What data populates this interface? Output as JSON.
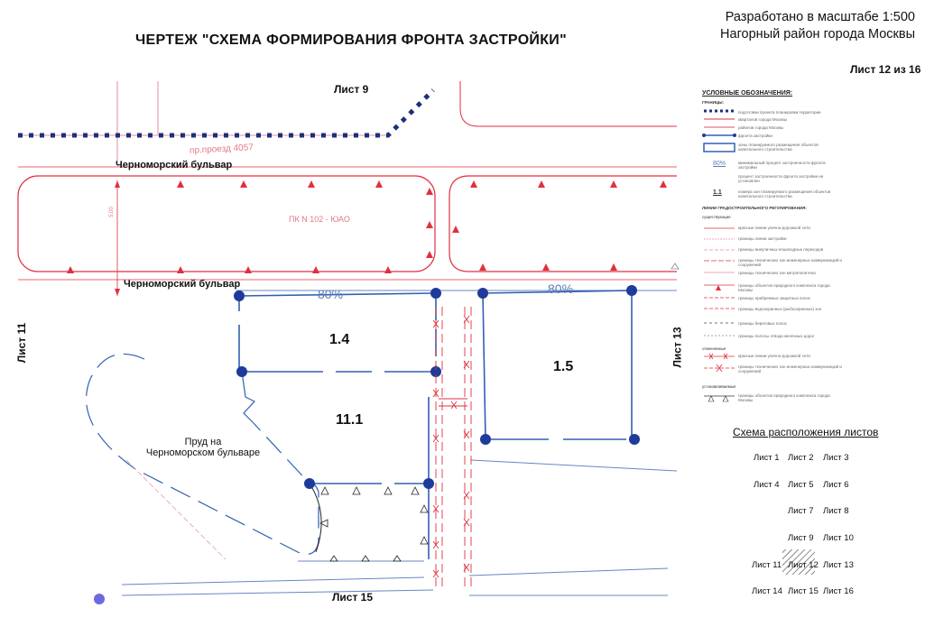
{
  "title": "ЧЕРТЕЖ \"СХЕМА ФОРМИРОВАНИЯ ФРОНТА ЗАСТРОЙКИ\"",
  "scale_line": "Разработано в масштабе 1:500",
  "district_line": "Нагорный район города Москвы",
  "sheet_number": "Лист 12 из 16",
  "map": {
    "sheet_top": "Лист 9",
    "sheet_left": "Лист 11",
    "sheet_right": "Лист 13",
    "sheet_bottom": "Лист 15",
    "street_top": "Черноморский бульвар",
    "street_bottom": "Черноморский бульвар",
    "passage": "пр.проезд 4057",
    "block_code": "ПК N 102 - ЮАО",
    "pond": "Пруд на\nЧерноморском бульваре",
    "zone_a": "1.4",
    "zone_b": "1.5",
    "zone_c": "11.1",
    "pct_a": "80%",
    "pct_b": "80%",
    "small_dim": "5,00"
  },
  "legend": {
    "title": "УСЛОВНЫЕ ОБОЗНАЧЕНИЯ:",
    "group1": "ГРАНИЦЫ:",
    "items1": [
      "подготовки проекта планировки территории",
      "кварталов города Москвы",
      "районов города Москвы",
      "фронта застройки",
      "зоны планируемого размещения объектов капитального строительства",
      "минимальный процент застроенности фронта застройки",
      "процент застроенности фронта застройки не установлен",
      "номера зон планируемого размещения объектов капитального строительства"
    ],
    "pct_sample": "80%",
    "num_sample": "1.1",
    "group2": "ЛИНИИ ГРАДОСТРОИТЕЛЬНОГО РЕГУЛИРОВАНИЯ:",
    "sub_existing": "существующие",
    "items2": [
      "красные линии улично-дорожной сети",
      "границы линии застройки",
      "границы внеуличных пешеходных переходов",
      "границы технических зон инженерных коммуникаций и сооружений",
      "границы технических зон метрополитена",
      "границы объектов природного комплекса города Москвы",
      "границы прибрежных защитных полос",
      "границы водоохранных (рыбоохранных) зон",
      "границы береговых полос",
      "границы полосы отвода железных дорог"
    ],
    "sub_cancelled": "отменяемые",
    "items3": [
      "красные линии улично-дорожной сети",
      "границы технических зон инженерных коммуникаций и сооружений"
    ],
    "sub_established": "устанавливаемые",
    "items4": [
      "границы объектов природного комплекса города Москвы"
    ]
  },
  "schema": {
    "title": "Схема расположения листов",
    "cells": [
      "Лист 1",
      "Лист 2",
      "Лист 3",
      "Лист 4",
      "Лист 5",
      "Лист 6",
      "Лист 7",
      "Лист 8",
      "Лист 9",
      "Лист 10",
      "Лист 11",
      "Лист 12",
      "Лист 13",
      "Лист 14",
      "Лист 15",
      "Лист 16"
    ],
    "current": "Лист 12"
  },
  "colors": {
    "red_line": "#e0303f",
    "blue_line": "#3060b0",
    "light_blue": "#6688c0",
    "pink": "#e88aa0",
    "navy_dots": "#1e2f7a"
  }
}
